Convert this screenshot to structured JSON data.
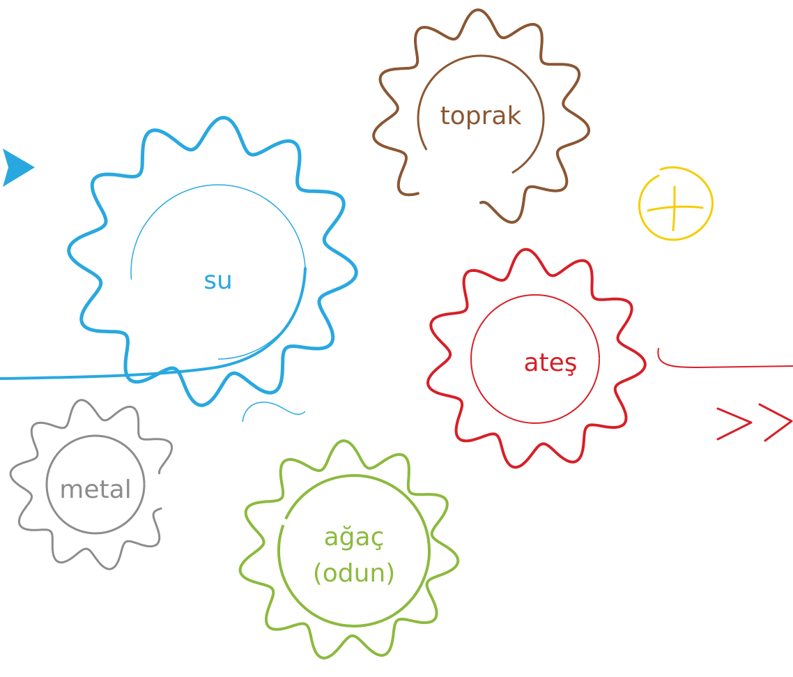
{
  "colors": {
    "su": "#29a8e0",
    "toprak": "#8b5633",
    "ates": "#d71f26",
    "metal": "#8c8c8c",
    "agac": "#8cba3e",
    "plus": "#f6cd00"
  },
  "labels": {
    "su": "su",
    "toprak": "toprak",
    "ates": "ateş",
    "metal": "metal",
    "agac_line1": "ağaç",
    "agac_line2": "(odun)"
  },
  "icons": {
    "left_chevron": "chevron-right-icon",
    "double_chevron": "double-chevron-right-icon",
    "plus": "plus-circle-icon"
  }
}
